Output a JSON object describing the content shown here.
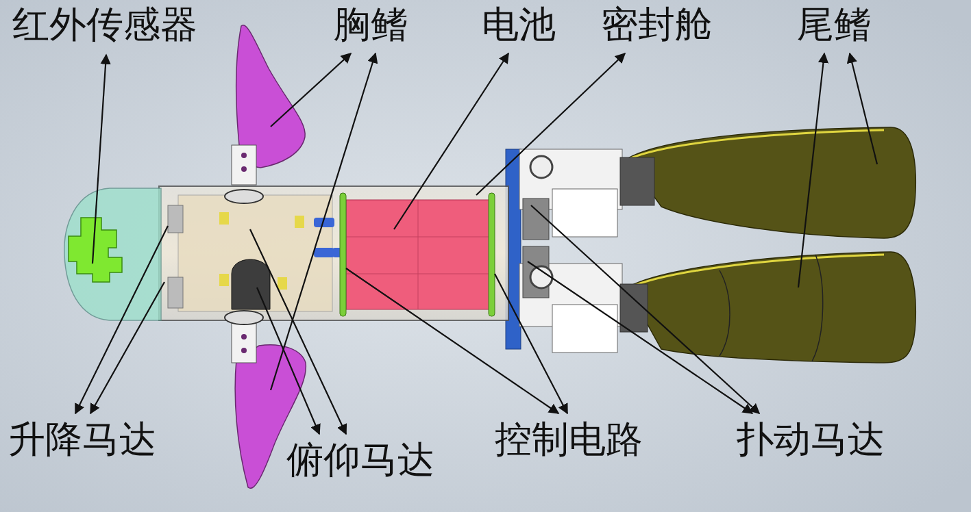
{
  "diagram": {
    "labels": [
      "红外传感器",
      "胸鳍",
      "电池",
      "密封舱",
      "尾鳍",
      "升降马达",
      "俯仰马达",
      "控制电路",
      "扑动马达"
    ]
  }
}
